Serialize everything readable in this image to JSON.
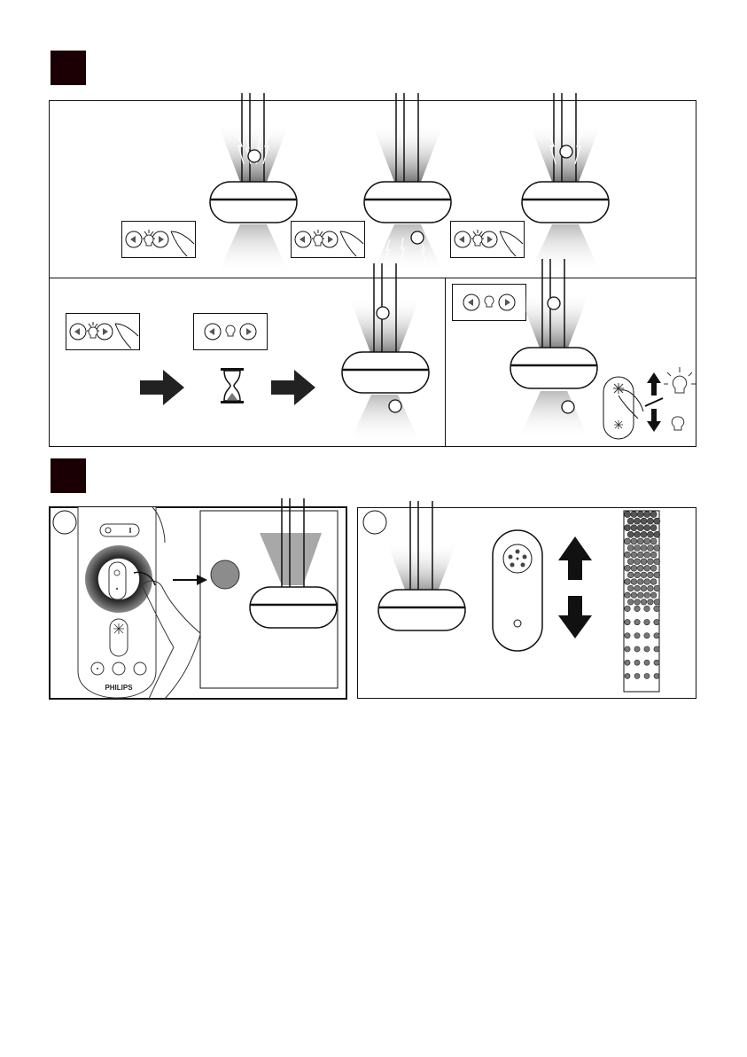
{
  "sections": [
    {
      "id": "A",
      "marker_color": "#1a0005"
    },
    {
      "id": "B",
      "marker_color": "#1a0005"
    }
  ],
  "remote": {
    "brand": "PHILIPS"
  },
  "colors": {
    "line": "#111111",
    "glow": "#8a8a8a",
    "indicator": "#8c8c8c"
  }
}
